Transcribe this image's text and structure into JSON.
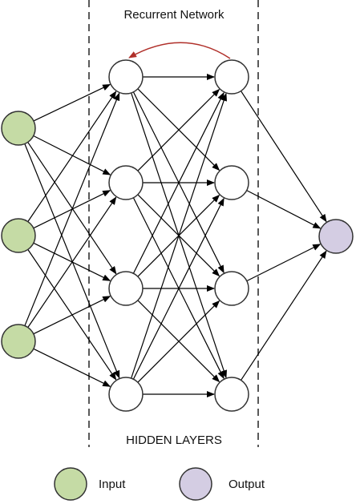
{
  "title": "Recurrent Network",
  "footer_label": "HIDDEN LAYERS",
  "legend": [
    {
      "label": "Input",
      "color": "#c5dba5"
    },
    {
      "label": "Output",
      "color": "#d4cde3"
    }
  ],
  "colors": {
    "input_node": "#c5dba5",
    "output_node": "#d4cde3",
    "hidden_node": "#ffffff",
    "recurrent_arrow": "#b0302a",
    "edge": "#000000"
  },
  "structure": {
    "input_nodes": 3,
    "hidden_layers": 2,
    "hidden_nodes_per_layer": 4,
    "output_nodes": 1,
    "recurrent_connection": "hidden layer 2 node 1 to hidden layer 1 node 1"
  }
}
